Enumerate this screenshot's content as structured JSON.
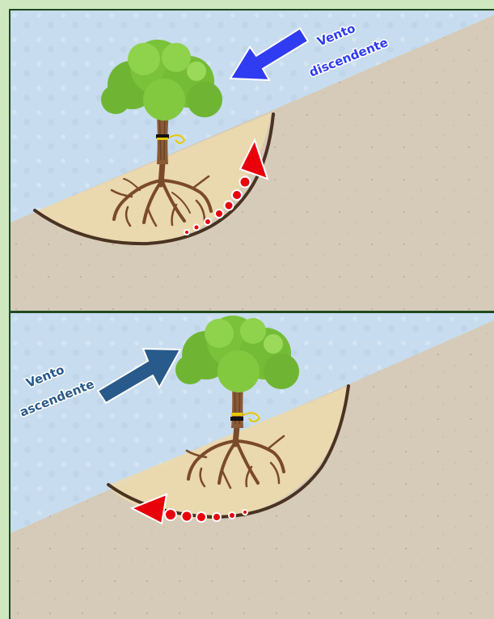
{
  "panels": [
    {
      "id": "top",
      "wind_label_line1": "Vento",
      "wind_label_line2": "discendente",
      "wind_color": "#2f3cf2"
    },
    {
      "id": "bottom",
      "wind_label_line1": "Vento",
      "wind_label_line2": "ascendente",
      "wind_color": "#285a8c"
    }
  ],
  "colors": {
    "sky": "#c9dff0",
    "ground": "#d6cbb8",
    "sand": "#ecd9ad",
    "arc": "#4a3322",
    "motion_arrow": "#e8000a",
    "tree_foliage": "#7dc63a",
    "trunk": "#8a5a36",
    "border": "#1f4a1f"
  }
}
